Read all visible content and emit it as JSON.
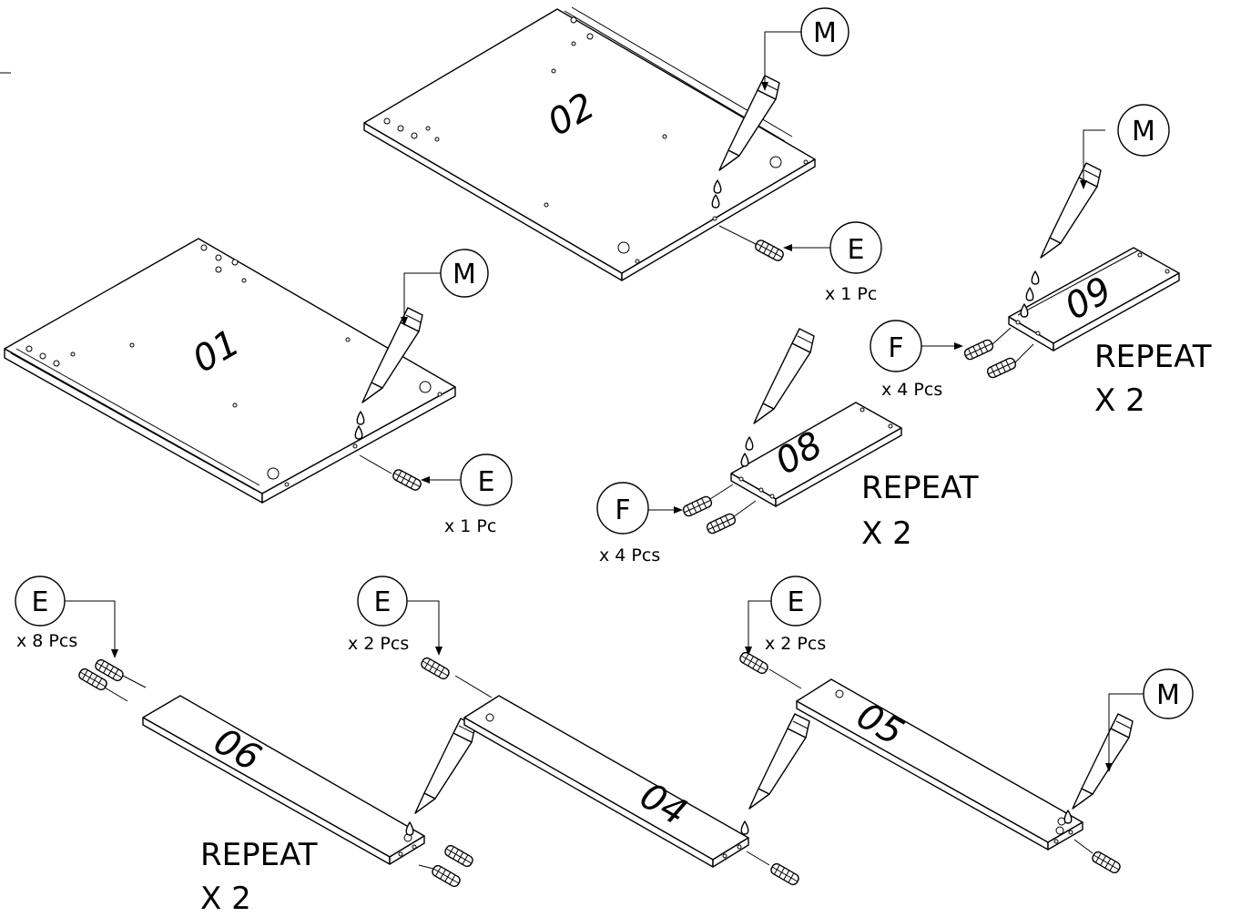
{
  "panels": [
    {
      "number": "01",
      "callout": "M"
    },
    {
      "number": "02",
      "callout": "M"
    },
    {
      "number": "08",
      "repeat": "REPEAT",
      "times": "X 2"
    },
    {
      "number": "09",
      "callout": "M",
      "repeat": "REPEAT",
      "times": "X 2"
    },
    {
      "number": "06",
      "repeat": "REPEAT",
      "times": "X 2"
    },
    {
      "number": "04"
    },
    {
      "number": "05",
      "callout": "M"
    }
  ],
  "hardware": {
    "e_01": {
      "letter": "E",
      "qty": "x 1 Pc"
    },
    "e_02": {
      "letter": "E",
      "qty": "x 1 Pc"
    },
    "f_08": {
      "letter": "F",
      "qty": "x 4 Pcs"
    },
    "f_09": {
      "letter": "F",
      "qty": "x 4 Pcs"
    },
    "e_06": {
      "letter": "E",
      "qty": "x 8 Pcs"
    },
    "e_04": {
      "letter": "E",
      "qty": "x 2 Pcs"
    },
    "e_05": {
      "letter": "E",
      "qty": "x 2 Pcs"
    }
  },
  "icons": [
    "glue-tube-icon",
    "dowel-icon",
    "glue-drop-icon"
  ],
  "colors": {
    "ink": "#000000",
    "paper": "#ffffff"
  }
}
